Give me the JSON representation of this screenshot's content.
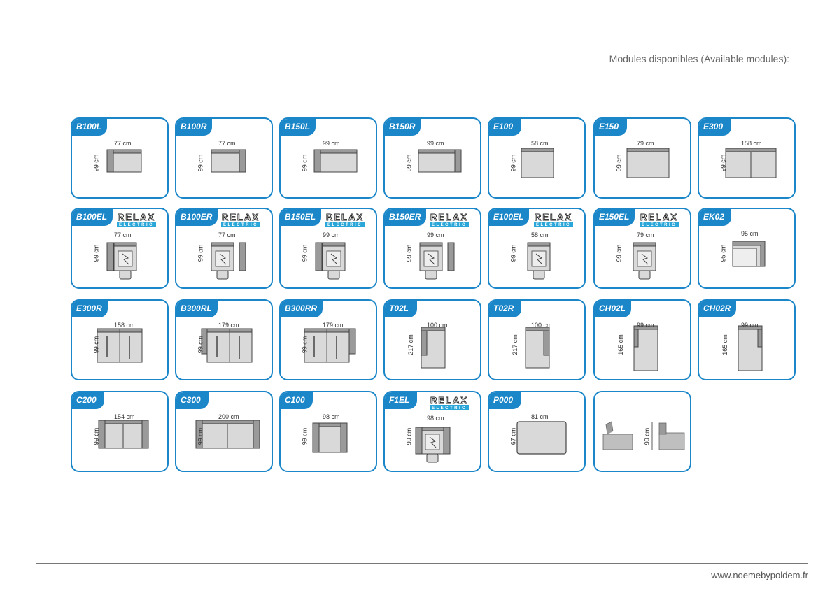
{
  "heading": "Modules disponibles (Available modules):",
  "footer_url": "www.noemebypoldem.fr",
  "relax_logo": "RELAX ELECTRIC",
  "accent_color": "#1b86c8",
  "modules": [
    {
      "code": "B100L",
      "width": "77 cm",
      "height": "99 cm",
      "shape": "arm-left",
      "relax": false
    },
    {
      "code": "B100R",
      "width": "77 cm",
      "height": "99 cm",
      "shape": "arm-right",
      "relax": false
    },
    {
      "code": "B150L",
      "width": "99 cm",
      "height": "99 cm",
      "shape": "arm-left-wide",
      "relax": false
    },
    {
      "code": "B150R",
      "width": "99 cm",
      "height": "99 cm",
      "shape": "arm-right-wide",
      "relax": false
    },
    {
      "code": "E100",
      "width": "58 cm",
      "height": "99 cm",
      "shape": "seat",
      "relax": false
    },
    {
      "code": "E150",
      "width": "79 cm",
      "height": "99 cm",
      "shape": "seat-wide",
      "relax": false
    },
    {
      "code": "E300",
      "width": "158 cm",
      "height": "99 cm",
      "shape": "seat-double",
      "relax": false
    },
    {
      "code": "B100EL",
      "width": "77 cm",
      "height": "99 cm",
      "shape": "electric-left",
      "relax": true
    },
    {
      "code": "B100ER",
      "width": "77 cm",
      "height": "99 cm",
      "shape": "electric-right",
      "relax": true
    },
    {
      "code": "B150EL",
      "width": "99 cm",
      "height": "99 cm",
      "shape": "electric-left",
      "relax": true
    },
    {
      "code": "B150ER",
      "width": "99 cm",
      "height": "99 cm",
      "shape": "electric-right",
      "relax": true
    },
    {
      "code": "E100EL",
      "width": "58 cm",
      "height": "99 cm",
      "shape": "electric",
      "relax": true
    },
    {
      "code": "E150EL",
      "width": "79 cm",
      "height": "99 cm",
      "shape": "electric",
      "relax": true
    },
    {
      "code": "EK02",
      "width": "95 cm",
      "height": "95 cm",
      "shape": "corner",
      "relax": false
    },
    {
      "code": "E300R",
      "width": "158 cm",
      "height": "99 cm",
      "shape": "double-recliner",
      "relax": false
    },
    {
      "code": "B300RL",
      "width": "179 cm",
      "height": "99 cm",
      "shape": "double-recliner-left",
      "relax": false
    },
    {
      "code": "B300RR",
      "width": "179 cm",
      "height": "99 cm",
      "shape": "double-recliner-right",
      "relax": false
    },
    {
      "code": "T02L",
      "width": "100 cm",
      "height": "217 cm",
      "shape": "chaise-arm-left",
      "relax": false
    },
    {
      "code": "T02R",
      "width": "100 cm",
      "height": "217 cm",
      "shape": "chaise-arm-right",
      "relax": false
    },
    {
      "code": "CH02L",
      "width": "99 cm",
      "height": "165 cm",
      "shape": "chaise-left",
      "relax": false
    },
    {
      "code": "CH02R",
      "width": "99 cm",
      "height": "165 cm",
      "shape": "chaise-right",
      "relax": false
    },
    {
      "code": "C200",
      "width": "154 cm",
      "height": "99 cm",
      "shape": "sofa2",
      "relax": false
    },
    {
      "code": "C300",
      "width": "200 cm",
      "height": "99 cm",
      "shape": "sofa3",
      "relax": false
    },
    {
      "code": "C100",
      "width": "98 cm",
      "height": "99 cm",
      "shape": "armchair",
      "relax": false
    },
    {
      "code": "F1EL",
      "width": "98 cm",
      "height": "99 cm",
      "shape": "armchair-electric",
      "relax": true
    },
    {
      "code": "P000",
      "width": "81 cm",
      "height": "67 cm",
      "shape": "pouf",
      "relax": false
    },
    {
      "code": "",
      "width": "",
      "height": "99 cm",
      "shape": "side-views",
      "relax": false
    }
  ]
}
